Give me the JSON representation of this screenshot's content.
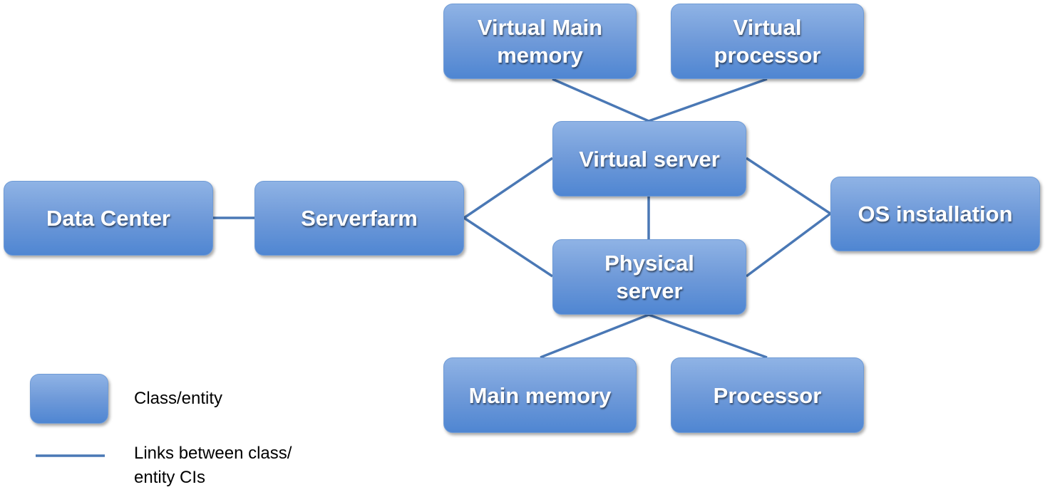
{
  "colors": {
    "node_top": "#8fb3e5",
    "node_bottom": "#4f86d2",
    "link": "#4a78b5",
    "node_text": "#ffffff"
  },
  "nodes": {
    "data_center": "Data Center",
    "serverfarm": "Serverfarm",
    "virtual_server": "Virtual server",
    "physical_server": "Physical server",
    "os_installation": "OS installation",
    "virtual_main_memory": "Virtual Main memory",
    "virtual_processor": "Virtual processor",
    "main_memory": "Main memory",
    "processor": "Processor"
  },
  "links": [
    [
      "data_center",
      "serverfarm"
    ],
    [
      "serverfarm",
      "virtual_server"
    ],
    [
      "serverfarm",
      "physical_server"
    ],
    [
      "virtual_server",
      "physical_server"
    ],
    [
      "virtual_server",
      "os_installation"
    ],
    [
      "physical_server",
      "os_installation"
    ],
    [
      "virtual_server",
      "virtual_main_memory"
    ],
    [
      "virtual_server",
      "virtual_processor"
    ],
    [
      "physical_server",
      "main_memory"
    ],
    [
      "physical_server",
      "processor"
    ]
  ],
  "legend": {
    "class_entity": "Class/entity",
    "links": "Links between class/ entity CIs"
  }
}
